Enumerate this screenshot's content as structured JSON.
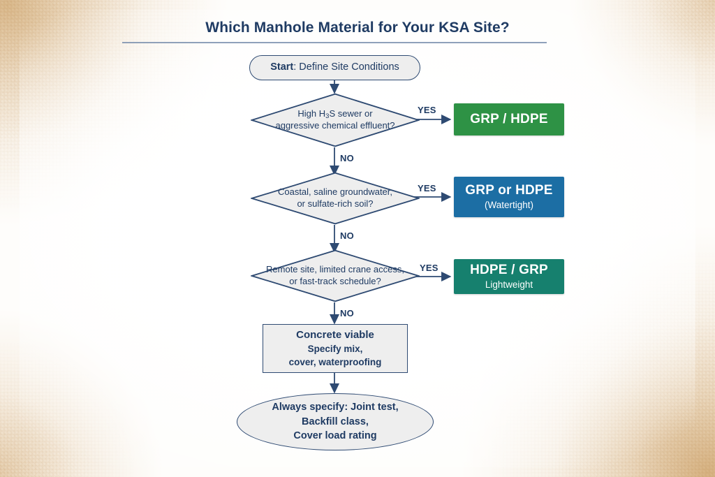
{
  "title": "Which Manhole Material for Your KSA Site?",
  "colors": {
    "ink": "#1f3b63",
    "outline": "#2e4a72",
    "node_fill": "#eeeeee",
    "green": "#2e9245",
    "blue": "#1c6ea4",
    "teal": "#16806e",
    "rule": "#7b90ae",
    "sand": "#d2aa73"
  },
  "flow": {
    "start": {
      "lead": "Start",
      "text": ": Define Site Conditions"
    },
    "decisions": [
      {
        "line1_pre": "High H",
        "line1_sub": "3",
        "line1_post": "S sewer or",
        "line2": "aggressive chemical effluent?",
        "yes_label": "YES",
        "no_label": "NO"
      },
      {
        "line1": "Coastal, saline groundwater,",
        "line2": "or sulfate-rich soil?",
        "yes_label": "YES",
        "no_label": "NO"
      },
      {
        "line1": "Remote site, limited crane access,",
        "line2": "or fast-track schedule?",
        "yes_label": "YES",
        "no_label": "NO"
      }
    ],
    "results": [
      {
        "main": "GRP / HDPE",
        "note": "",
        "color": "#2e9245"
      },
      {
        "main": "GRP or HDPE",
        "note": "(Watertight)",
        "color": "#1c6ea4"
      },
      {
        "main": "HDPE / GRP",
        "note": "Lightweight",
        "color": "#16806e"
      }
    ],
    "concrete": {
      "header": "Concrete viable",
      "line2": "Specify mix,",
      "line3": "cover, waterproofing"
    },
    "end": {
      "line1": "Always specify: Joint test,",
      "line2": "Backfill class,",
      "line3": "Cover load rating"
    }
  }
}
